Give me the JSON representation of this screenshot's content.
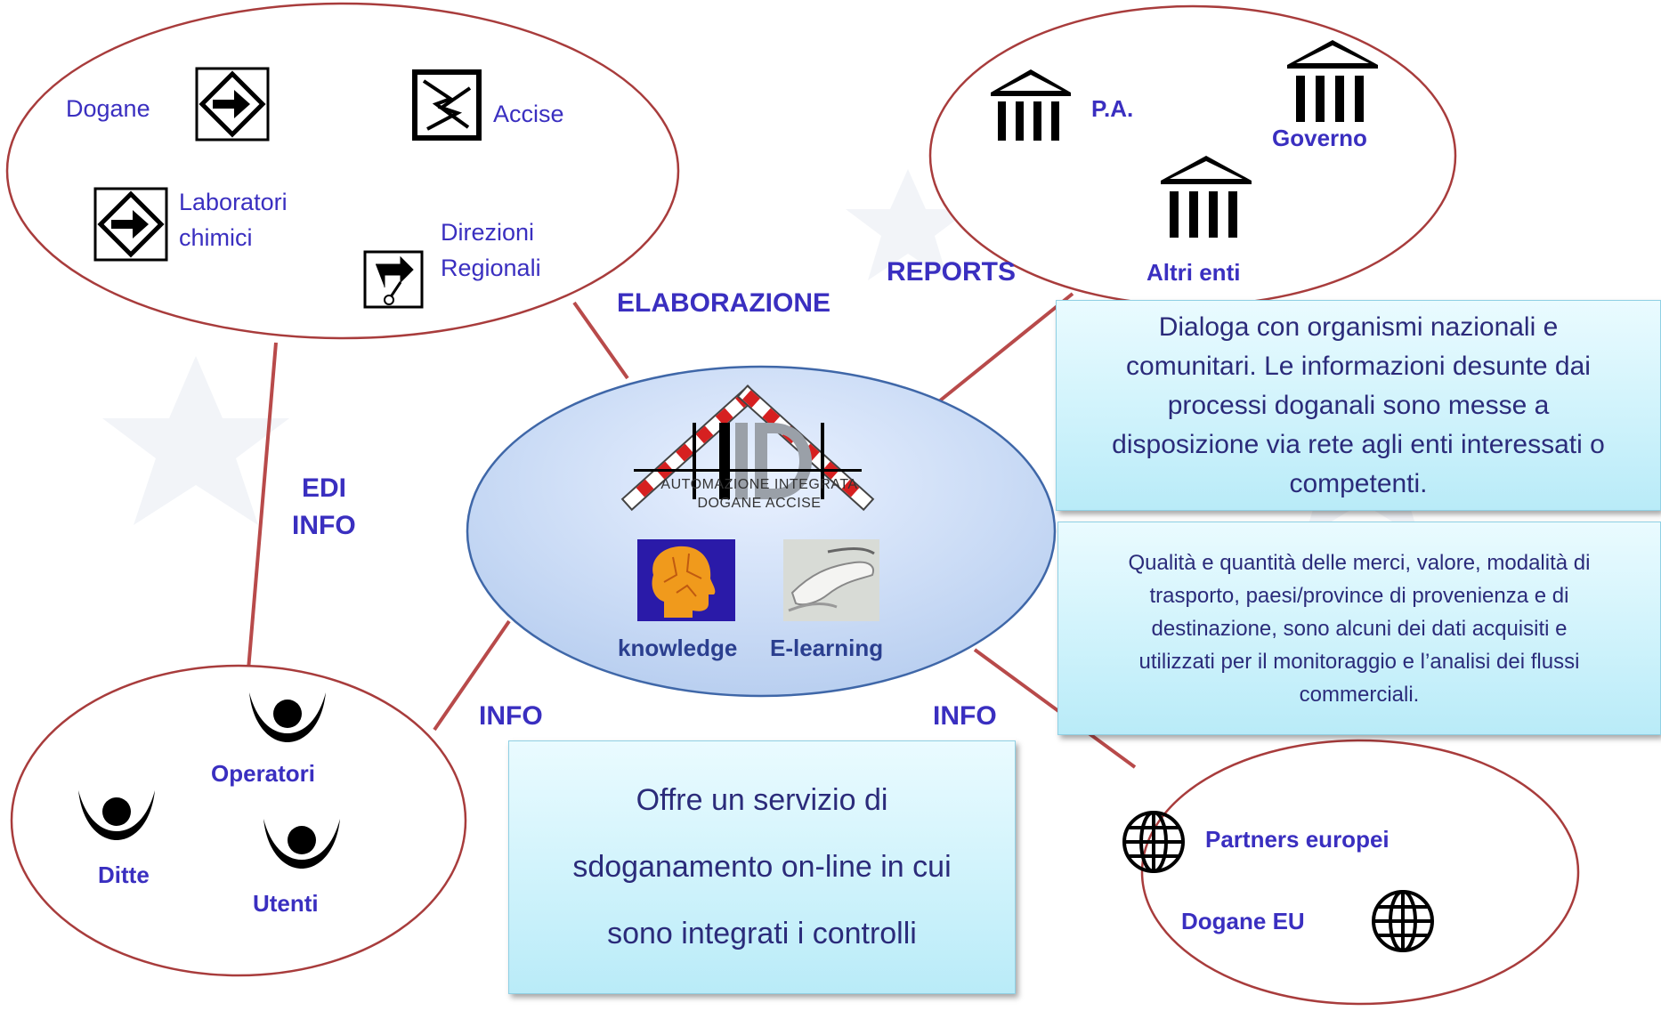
{
  "groups": {
    "dogane": {
      "dogane": "Dogane",
      "accise": "Accise",
      "laboratori_line1": "Laboratori",
      "laboratori_line2": "chimici",
      "direzioni_line1": "Direzioni",
      "direzioni_line2": "Regionali"
    },
    "enti": {
      "pa": "P.A.",
      "governo": "Governo",
      "altri": "Altri enti"
    },
    "operatori": {
      "operatori": "Operatori",
      "ditte": "Ditte",
      "utenti": "Utenti"
    },
    "europa": {
      "partners": "Partners europei",
      "dogane_eu": "Dogane EU"
    }
  },
  "center": {
    "logo_text": "AIDA",
    "logo_sub1": "AUTOMAZIONE INTEGRATA",
    "logo_sub2": "DOGANE ACCISE",
    "knowledge": "knowledge",
    "elearning": "E-learning"
  },
  "links": {
    "elaborazione": "ELABORAZIONE",
    "reports": "REPORTS",
    "edi": "EDI",
    "info_edi": "INFO",
    "info_left": "INFO",
    "info_right": "INFO"
  },
  "boxes": {
    "dialoga_1": "Dialoga con organismi nazionali e",
    "dialoga_2": "comunitari. Le informazioni desunte dai",
    "dialoga_3": "processi doganali sono messe a",
    "dialoga_4": "disposizione via rete agli enti interessati o",
    "dialoga_5": "competenti.",
    "qualita_1": "Qualità e quantità delle merci, valore, modalità di",
    "qualita_2": "trasporto, paesi/province  di provenienza e di",
    "qualita_3": "destinazione, sono alcuni dei dati acquisiti e",
    "qualita_4": "utilizzati per il monitoraggio e l’analisi dei flussi",
    "qualita_5": "commerciali.",
    "offre_1": "Offre un servizio di",
    "offre_2": "sdoganamento on-line in cui",
    "offre_3": "sono integrati i controlli"
  },
  "colors": {
    "label_blue": "#3a2fc0",
    "connector_red": "#b84a4a",
    "ellipse_border": "#a83c3c",
    "center_fill": "#cfe0f8",
    "box_fill": "#cdf2fb"
  }
}
